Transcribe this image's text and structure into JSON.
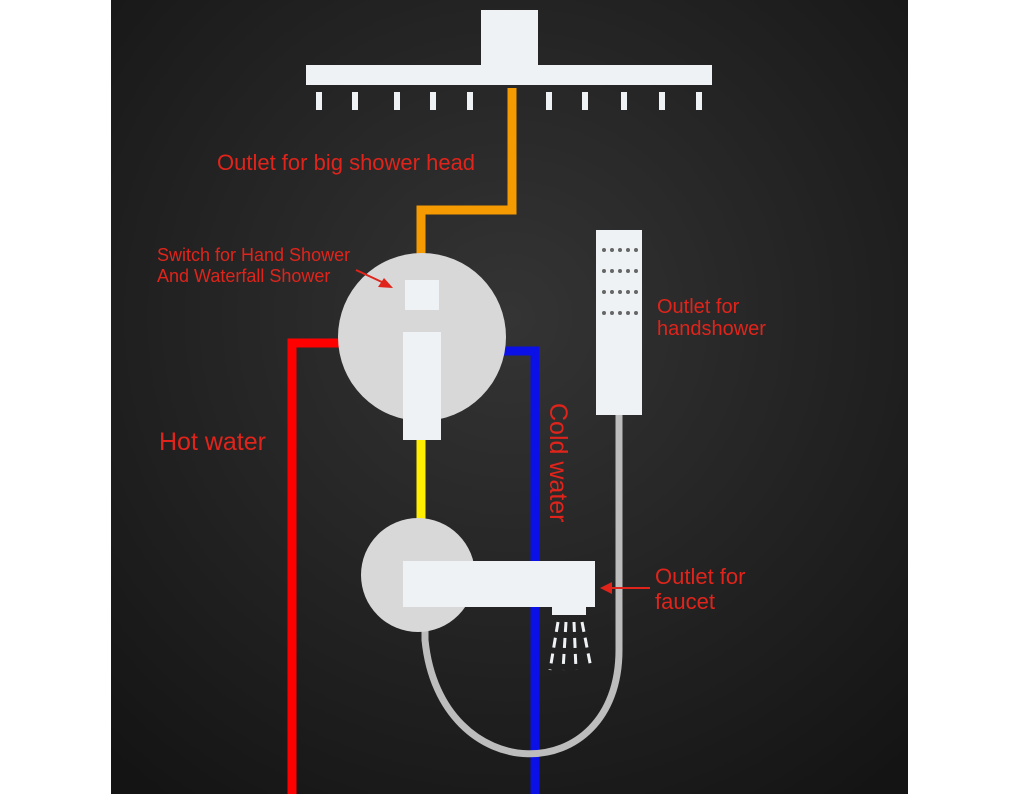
{
  "labels": {
    "big_shower_outlet": "Outlet for big shower head",
    "switch_line1": "Switch for Hand Shower",
    "switch_line2": "And Waterfall Shower",
    "handshower_line1": "Outlet for",
    "handshower_line2": "handshower",
    "hot_water": "Hot water",
    "cold_water": "Cold water",
    "faucet_line1": "Outlet for",
    "faucet_line2": "faucet"
  },
  "colors": {
    "background_center": "#2f2f2f",
    "background_edge": "#151515",
    "fixture": "#d8d8d8",
    "fixture_panel": "#eef2f4",
    "label": "#e0241b",
    "hot_pipe": "#ff0000",
    "cold_pipe": "#0a10e6",
    "shower_head_pipe": "#f59a00",
    "mixer_link_pipe": "#ffee00",
    "hose": "#bdbdbd"
  }
}
